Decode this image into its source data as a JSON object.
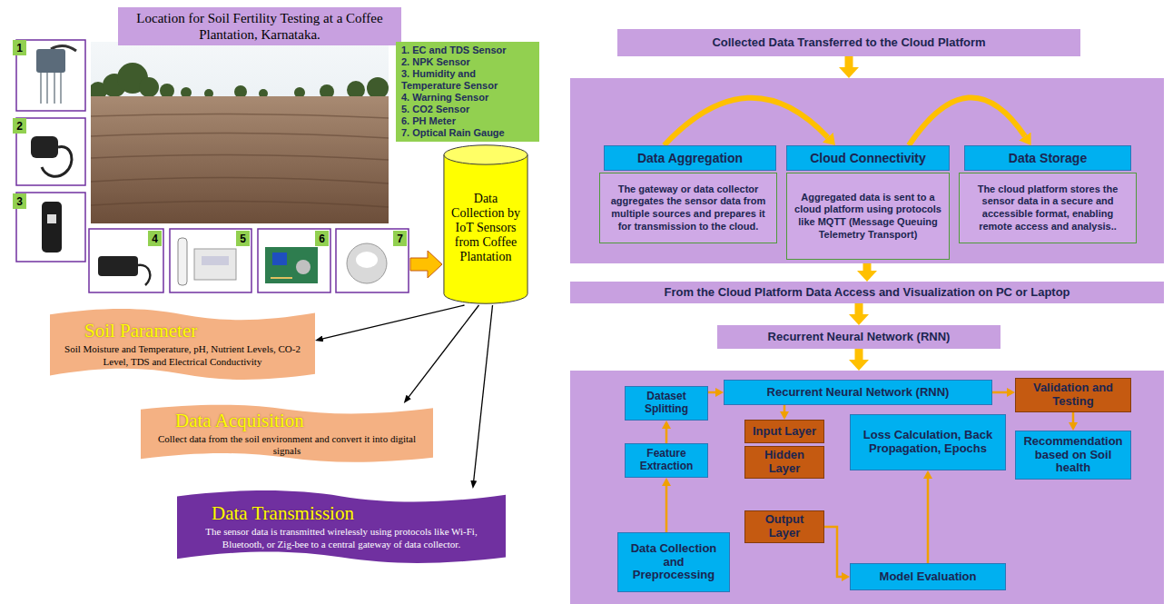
{
  "diagram": {
    "nodes": [
      {
        "text": [
          "Location for Soil Fertility Testing at a Coffee Plantation, Karnataka."
        ]
      },
      {
        "text": [
          "1. EC and TDS Sensor",
          "2. NPK Sensor",
          "3. Humidity and Temperature Sensor",
          "4. Warning Sensor",
          "5. CO2 Sensor",
          "6. PH Meter",
          "7. Optical Rain Gauge"
        ]
      },
      {
        "text": [
          "Data Collection by IoT Sensors from Coffee Plantation"
        ]
      },
      {
        "text": [
          "Soil Parameter",
          "Soil Moisture and Temperature, pH, Nutrient Levels, CO-2 Level, TDS and Electrical Conductivity"
        ]
      },
      {
        "text": [
          "Data Acquisition",
          "Collect data from the soil environment and convert it into digital signals"
        ]
      },
      {
        "text": [
          "Data Transmission",
          "The sensor data is transmitted wirelessly using protocols like Wi-Fi, Bluetooth, or Zig-bee to a central gateway of data collector."
        ]
      },
      {
        "text": [
          "Collected Data Transferred to the Cloud Platform"
        ]
      },
      {
        "text": []
      },
      {
        "text": [
          "Data Aggregation"
        ],
        "in": 7
      },
      {
        "text": [
          "Cloud Connectivity"
        ],
        "in": 7
      },
      {
        "text": [
          "Data Storage"
        ],
        "in": 7
      },
      {
        "text": [
          "The gateway or data collector aggregates the sensor data from multiple sources and prepares it for transmission to the cloud."
        ],
        "in": 7
      },
      {
        "text": [
          "Aggregated data is sent to a cloud platform using protocols like MQTT (Message Queuing Telemetry Transport)"
        ],
        "in": 7
      },
      {
        "text": [
          "The cloud platform stores the sensor data in a secure and accessible format, enabling remote access and analysis.."
        ],
        "in": 7
      },
      {
        "text": [
          "From the Cloud Platform Data Access and Visualization on PC or Laptop"
        ]
      },
      {
        "text": [
          "Recurrent Neural Network (RNN)"
        ]
      },
      {
        "text": []
      },
      {
        "text": [
          "Dataset Splitting"
        ],
        "in": 16
      },
      {
        "text": [
          "Recurrent Neural Network (RNN)"
        ],
        "in": 16
      },
      {
        "text": [
          "Validation and Testing"
        ],
        "in": 16
      },
      {
        "text": [
          "Feature Extraction"
        ],
        "in": 16
      },
      {
        "text": [
          "Input Layer"
        ],
        "in": 16
      },
      {
        "text": [
          "Hidden Layer"
        ],
        "in": 16
      },
      {
        "text": [
          "Loss Calculation, Back Propagation, Epochs"
        ],
        "in": 16
      },
      {
        "text": [
          "Recommendation based on Soil health"
        ],
        "in": 16
      },
      {
        "text": [
          "Output Layer"
        ],
        "in": 16
      },
      {
        "text": [
          "Data Collection and Preprocessing"
        ],
        "in": 16
      },
      {
        "text": [
          "Model Evaluation"
        ],
        "in": 16
      }
    ],
    "edges": [
      {
        "from": 2,
        "to": 3,
        "arrow": "to"
      },
      {
        "from": 2,
        "to": 4,
        "arrow": "to"
      },
      {
        "from": 2,
        "to": 5,
        "arrow": "to"
      },
      {
        "from": 6,
        "to": 7,
        "arrow": "to"
      },
      {
        "from": 8,
        "to": 9,
        "arrow": "to"
      },
      {
        "from": 9,
        "to": 10,
        "arrow": "to"
      },
      {
        "from": 7,
        "to": 14,
        "arrow": "to"
      },
      {
        "from": 14,
        "to": 15,
        "arrow": "to"
      },
      {
        "from": 15,
        "to": 16,
        "arrow": "to"
      },
      {
        "from": 17,
        "to": 18,
        "arrow": "to"
      },
      {
        "from": 18,
        "to": 21,
        "arrow": "to"
      },
      {
        "from": 18,
        "to": 19,
        "arrow": "to"
      },
      {
        "from": 19,
        "to": 24,
        "arrow": "to"
      },
      {
        "from": 20,
        "to": 17,
        "arrow": "to"
      },
      {
        "from": 26,
        "to": 20,
        "arrow": "to"
      },
      {
        "from": 25,
        "to": 27,
        "arrow": "to"
      },
      {
        "from": 27,
        "to": 23,
        "arrow": "to"
      }
    ],
    "labels": [
      "1",
      "2",
      "3",
      "4",
      "5",
      "6",
      "7"
    ]
  }
}
